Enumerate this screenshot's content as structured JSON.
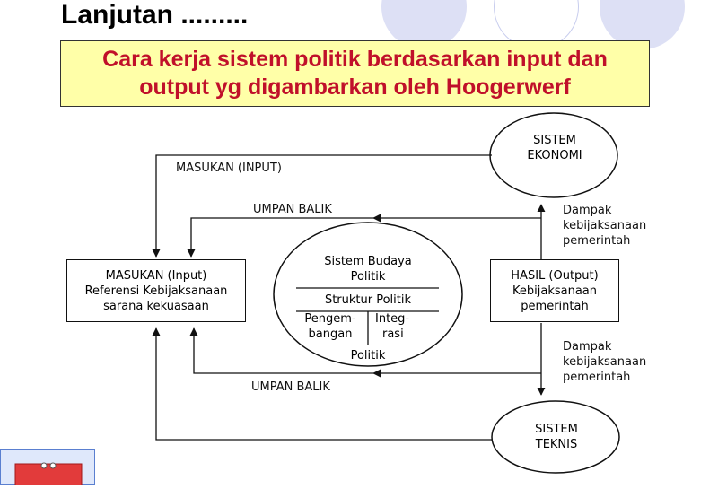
{
  "slide": {
    "title": "Lanjutan .........",
    "banner_line1": "Cara kerja sistem politik berdasarkan input dan",
    "banner_line2": "output yg digambarkan oleh Hoogerwerf"
  },
  "diagram": {
    "sistem_ekonomi": [
      "SISTEM",
      "EKONOMI"
    ],
    "sistem_teknis": [
      "SISTEM",
      "TEKNIS"
    ],
    "masukan_input_label": "MASUKAN (INPUT)",
    "umpan_balik_top": "UMPAN BALIK",
    "umpan_balik_bottom": "UMPAN BALIK",
    "dampak_top": [
      "Dampak",
      "kebijaksanaan",
      "pemerintah"
    ],
    "dampak_bottom": [
      "Dampak",
      "kebijaksanaan",
      "pemerintah"
    ],
    "masukan_box": [
      "MASUKAN (Input)",
      "Referensi Kebijaksanaan",
      "sarana kekuasaan"
    ],
    "hasil_box": [
      "HASIL (Output)",
      "Kebijaksanaan",
      "pemerintah"
    ],
    "center": {
      "budaya": [
        "Sistem Budaya",
        "Politik"
      ],
      "struktur": "Struktur Politik",
      "pengem": [
        "Pengem-",
        "bangan"
      ],
      "integ": [
        "Integ-",
        "rasi"
      ],
      "politik": "Politik"
    }
  }
}
